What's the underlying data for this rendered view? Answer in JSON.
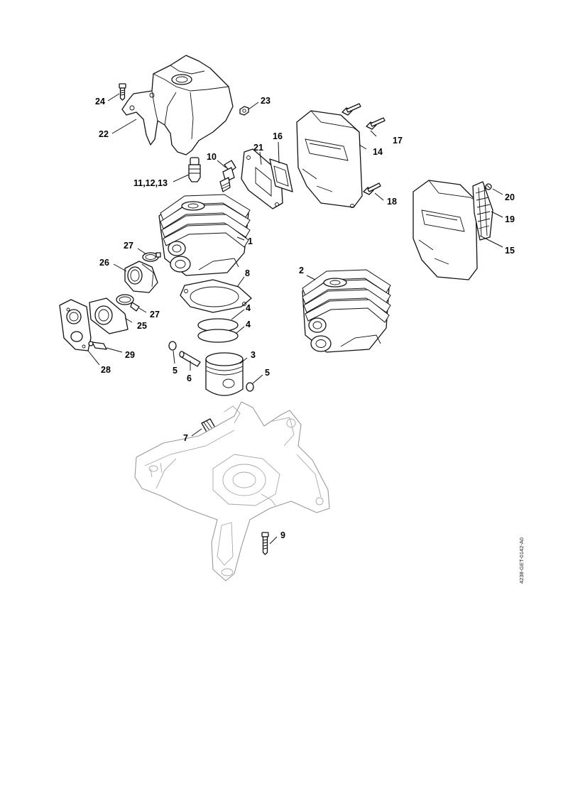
{
  "callouts": [
    {
      "id": "24",
      "label": "24"
    },
    {
      "id": "23",
      "label": "23"
    },
    {
      "id": "22",
      "label": "22"
    },
    {
      "id": "16",
      "label": "16"
    },
    {
      "id": "17",
      "label": "17"
    },
    {
      "id": "14",
      "label": "14"
    },
    {
      "id": "21",
      "label": "21"
    },
    {
      "id": "10",
      "label": "10"
    },
    {
      "id": "11-12-13",
      "label": "11,12,13"
    },
    {
      "id": "18",
      "label": "18"
    },
    {
      "id": "20",
      "label": "20"
    },
    {
      "id": "19",
      "label": "19"
    },
    {
      "id": "1",
      "label": "1"
    },
    {
      "id": "15",
      "label": "15"
    },
    {
      "id": "27a",
      "label": "27"
    },
    {
      "id": "26",
      "label": "26"
    },
    {
      "id": "2",
      "label": "2"
    },
    {
      "id": "8",
      "label": "8"
    },
    {
      "id": "27b",
      "label": "27"
    },
    {
      "id": "4a",
      "label": "4"
    },
    {
      "id": "25",
      "label": "25"
    },
    {
      "id": "4b",
      "label": "4"
    },
    {
      "id": "29",
      "label": "29"
    },
    {
      "id": "3",
      "label": "3"
    },
    {
      "id": "28",
      "label": "28"
    },
    {
      "id": "5a",
      "label": "5"
    },
    {
      "id": "5b",
      "label": "5"
    },
    {
      "id": "6",
      "label": "6"
    },
    {
      "id": "7",
      "label": "7"
    },
    {
      "id": "9",
      "label": "9"
    }
  ],
  "drawing_reference": "4238-GET-0142-A0"
}
